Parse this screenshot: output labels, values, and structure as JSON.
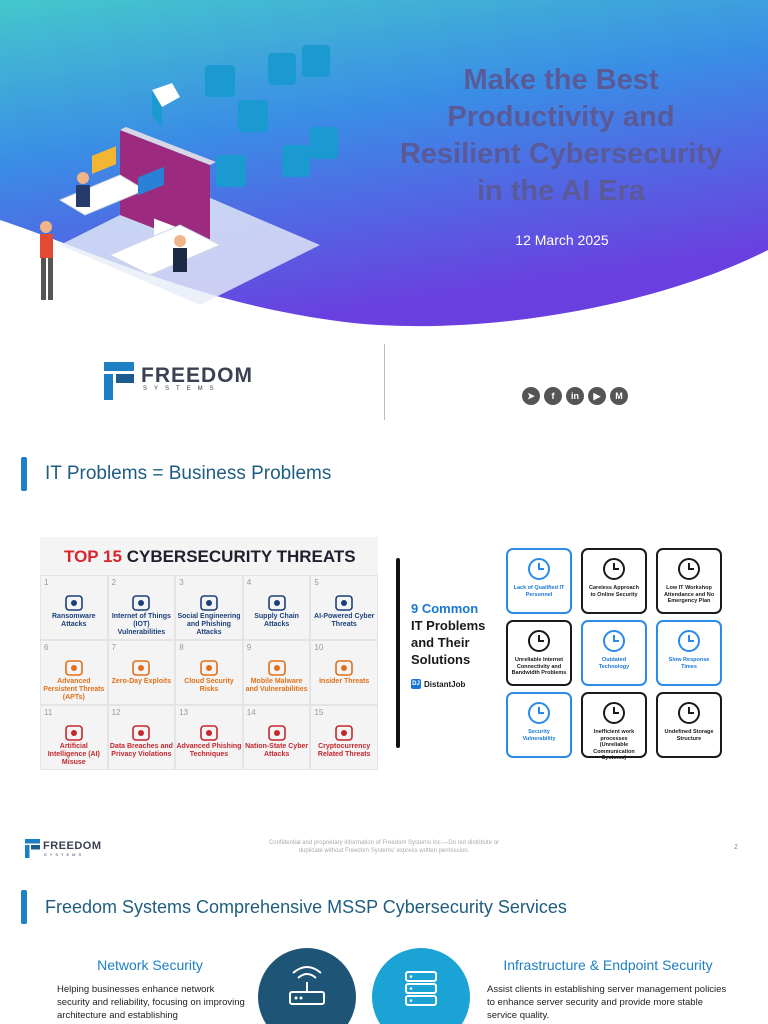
{
  "cover": {
    "title_lines": [
      "Make the Best",
      "Productivity and",
      "Resilient Cybersecurity",
      "in the AI Era"
    ],
    "date": "12 March 2025",
    "gradient": [
      "#45c7cc",
      "#3a8de6",
      "#6a3fe0"
    ]
  },
  "brand": {
    "name": "FREEDOM",
    "sub": "SYSTEMS",
    "social_icons": [
      "cursor-icon",
      "facebook-icon",
      "linkedin-icon",
      "youtube-icon",
      "medium-icon"
    ],
    "social_glyphs": [
      "➤",
      "f",
      "in",
      "▶",
      "M"
    ]
  },
  "slide2": {
    "title": "IT Problems = Business Problems",
    "threats": {
      "title_num": "TOP 15",
      "title_rest": "CYBERSECURITY THREATS",
      "items": [
        {
          "n": "1",
          "label": "Ransomware Attacks",
          "color": "blue"
        },
        {
          "n": "2",
          "label": "Internet of Things (IOT) Vulnerabilities",
          "color": "blue"
        },
        {
          "n": "3",
          "label": "Social Engineering and Phishing Attacks",
          "color": "blue"
        },
        {
          "n": "4",
          "label": "Supply Chain Attacks",
          "color": "blue"
        },
        {
          "n": "5",
          "label": "AI-Powered Cyber Threats",
          "color": "blue"
        },
        {
          "n": "6",
          "label": "Advanced Persistent Threats (APTs)",
          "color": "orange"
        },
        {
          "n": "7",
          "label": "Zero-Day Exploits",
          "color": "orange"
        },
        {
          "n": "8",
          "label": "Cloud Security Risks",
          "color": "orange"
        },
        {
          "n": "9",
          "label": "Mobile Malware and Vulnerabilities",
          "color": "orange"
        },
        {
          "n": "10",
          "label": "Insider Threats",
          "color": "orange"
        },
        {
          "n": "11",
          "label": "Artificial Intelligence (AI) Misuse",
          "color": "red"
        },
        {
          "n": "12",
          "label": "Data Breaches and Privacy Violations",
          "color": "red"
        },
        {
          "n": "13",
          "label": "Advanced Phishing Techniques",
          "color": "red"
        },
        {
          "n": "14",
          "label": "Nation-State Cyber Attacks",
          "color": "red"
        },
        {
          "n": "15",
          "label": "Cryptocurrency Related Threats",
          "color": "red"
        }
      ]
    },
    "problems": {
      "heading_blue": "9 Common",
      "heading_rest": "IT Problems and Their Solutions",
      "source": "DistantJob",
      "items": [
        {
          "label": "Lack of Qualified IT Personnel",
          "style": "blue"
        },
        {
          "label": "Careless Approach to Online Security",
          "style": "dark"
        },
        {
          "label": "Low IT Workshop Attendance and No Emergency Plan",
          "style": "dark"
        },
        {
          "label": "Unreliable Internet Connectivity and Bandwidth Problems",
          "style": "dark"
        },
        {
          "label": "Outdated Technology",
          "style": "blue"
        },
        {
          "label": "Slow Response Times",
          "style": "blue"
        },
        {
          "label": "Security Vulnerability",
          "style": "blue"
        },
        {
          "label": "Inefficient work processes (Unreliable Communication Systems)",
          "style": "dark"
        },
        {
          "label": "Undefined Storage Structure",
          "style": "dark"
        }
      ]
    },
    "footer": {
      "confidential": "Confidential  and proprietary information of Freedom Systems Inc.—Do not distribute or duplicate without Freedom Systems'    express written permission.",
      "page": "2"
    }
  },
  "slide3": {
    "title": "Freedom Systems Comprehensive MSSP Cybersecurity Services",
    "left_title": "Network Security",
    "left_desc": "Helping businesses enhance network security and reliability, focusing on improving architecture and establishing",
    "right_title": "Infrastructure & Endpoint Security",
    "right_desc": "Assist clients in establishing server management policies to enhance server security and provide more stable service quality.",
    "colors": {
      "dark_circle": "#1e5577",
      "light_circle": "#1aa3d4"
    }
  }
}
